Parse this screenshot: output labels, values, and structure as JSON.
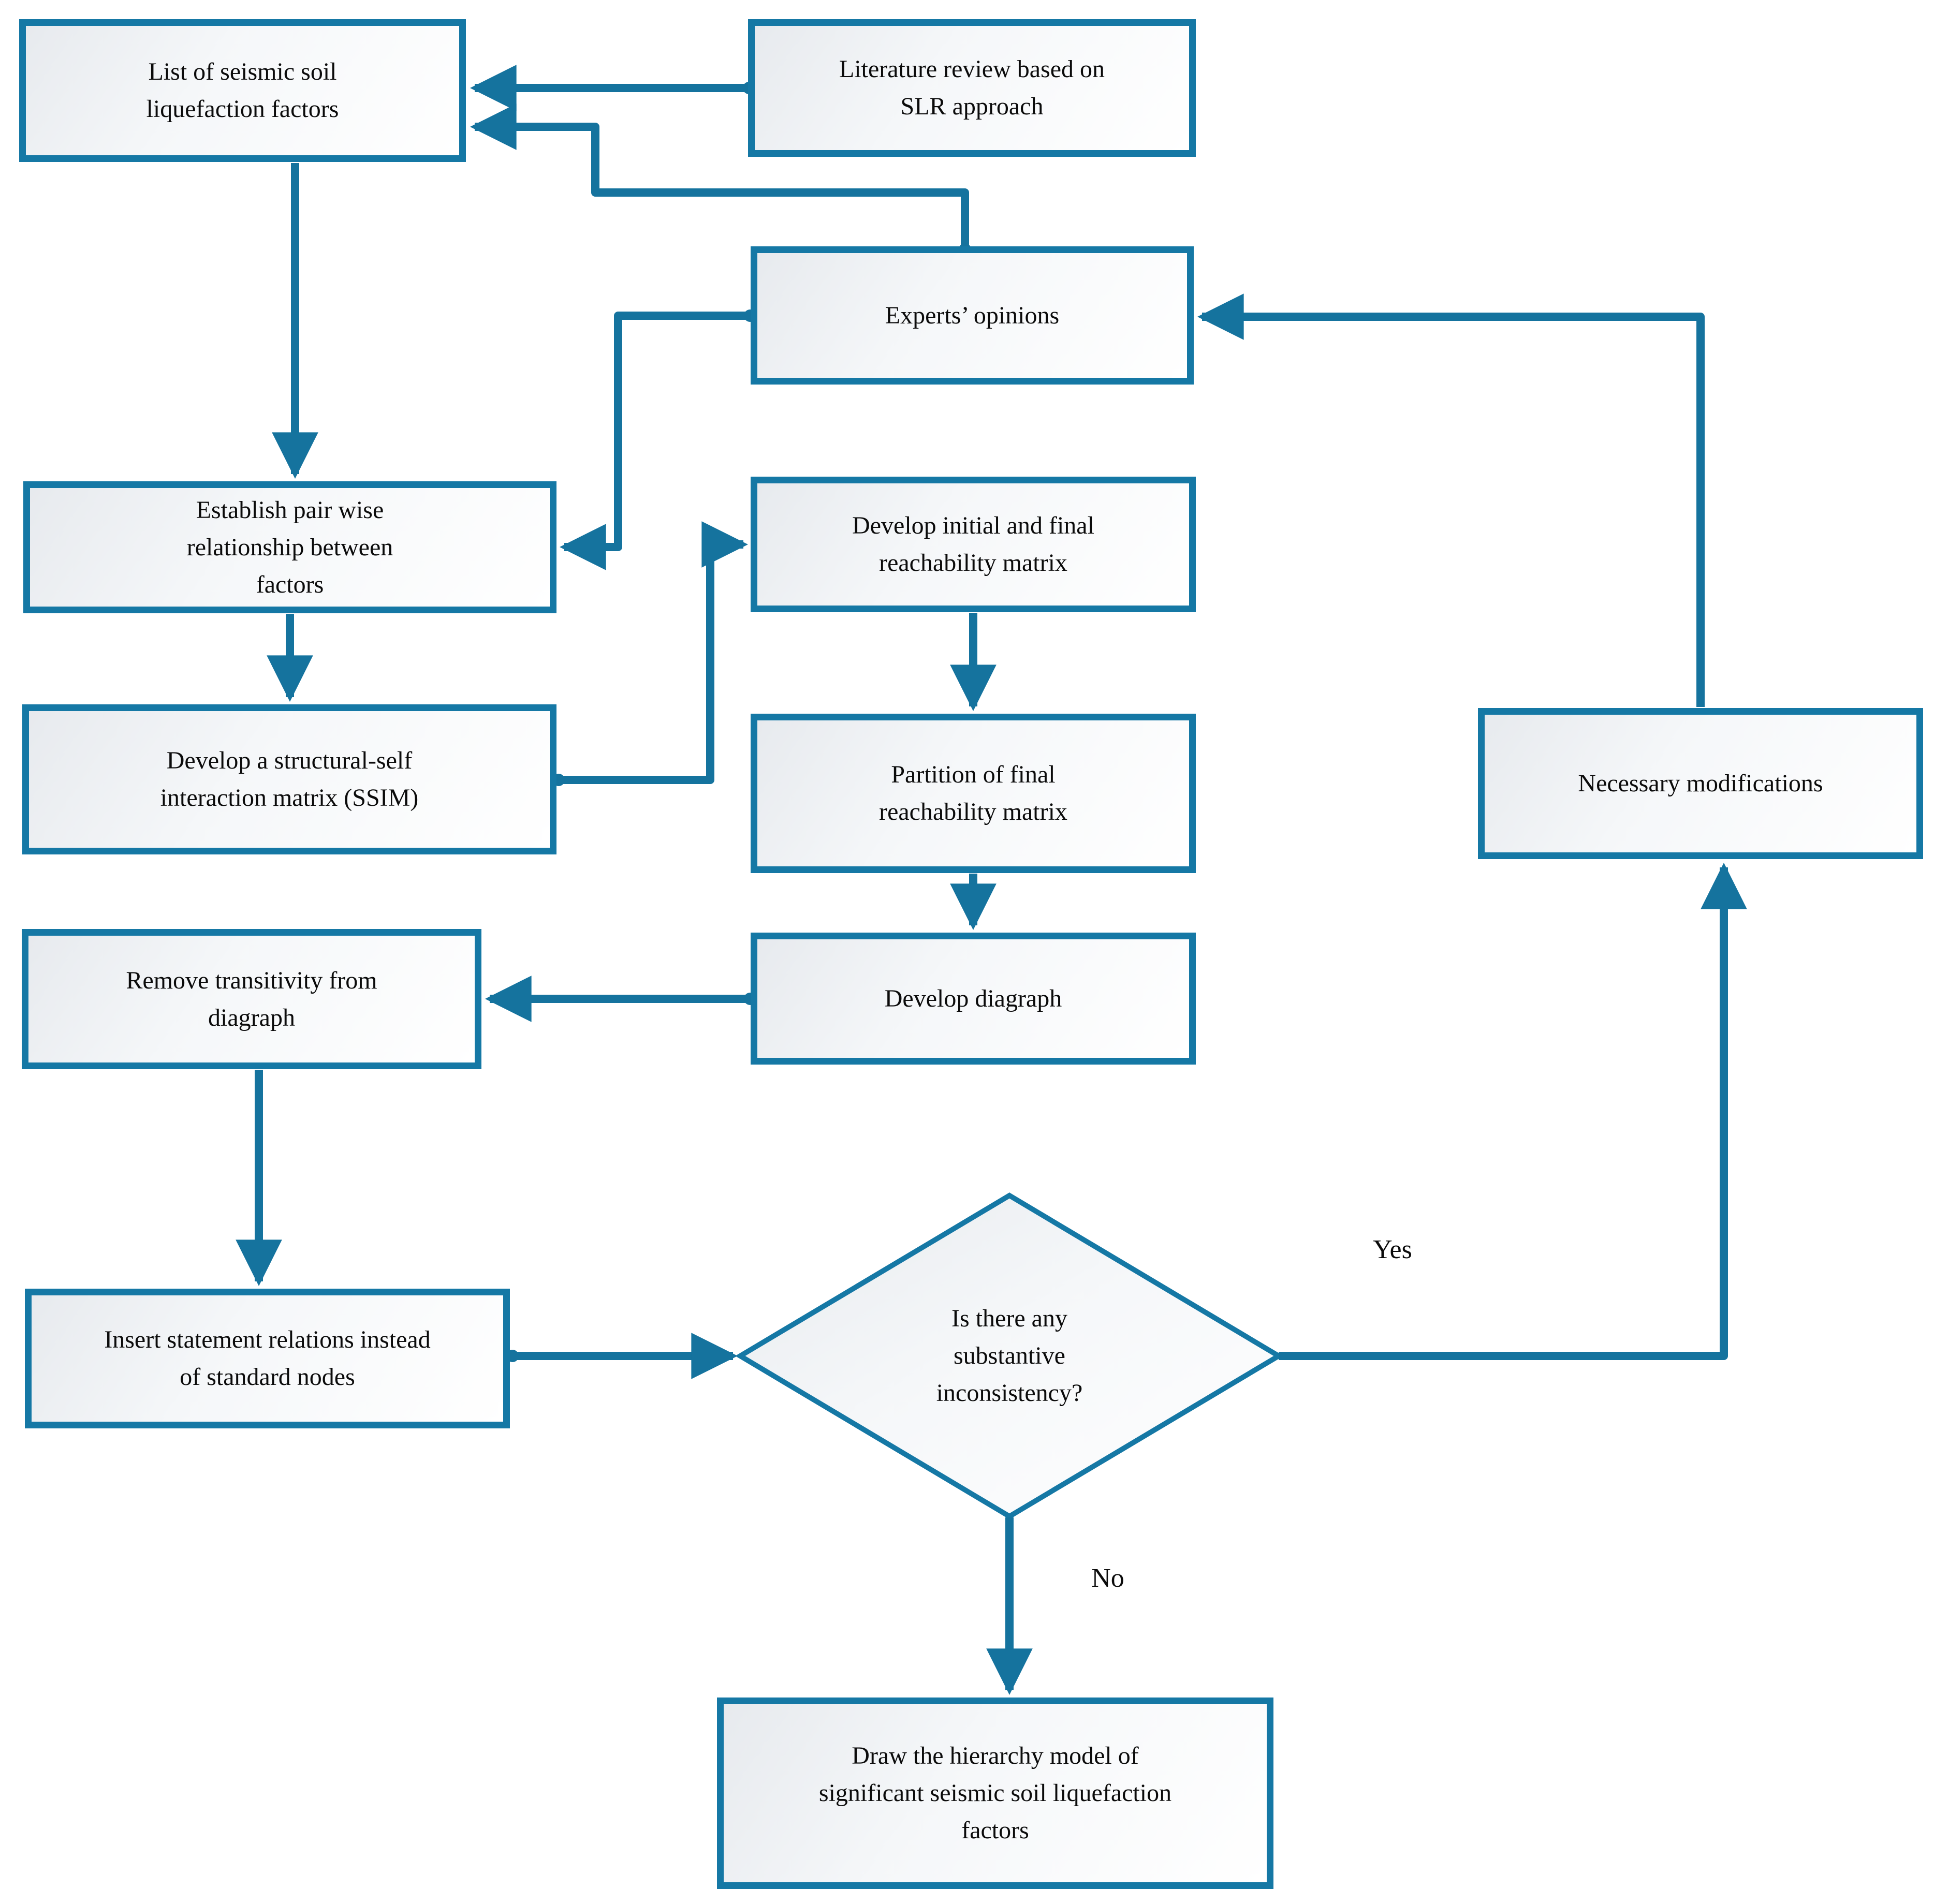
{
  "diagram": {
    "nodes": {
      "list_factors": {
        "label": "List of seismic soil liquefaction factors"
      },
      "literature": {
        "label": "Literature review based on SLR approach"
      },
      "experts": {
        "label": "Experts’ opinions"
      },
      "establish": {
        "label": "Establish pair wise relationship between factors"
      },
      "reachability": {
        "label": "Develop initial and final reachability matrix"
      },
      "ssim": {
        "label": "Develop a structural-self interaction matrix (SSIM)"
      },
      "partition": {
        "label": "Partition of final reachability matrix"
      },
      "necessary": {
        "label": "Necessary modifications"
      },
      "remove": {
        "label": "Remove transitivity from diagraph"
      },
      "diagraph": {
        "label": "Develop diagraph"
      },
      "insert": {
        "label": "Insert statement relations instead of standard nodes"
      },
      "decision": {
        "label": "Is there any substantive inconsistency?"
      },
      "draw": {
        "label": "Draw the hierarchy model of significant seismic soil liquefaction factors"
      }
    },
    "edge_labels": {
      "yes": "Yes",
      "no": "No"
    },
    "colors": {
      "line": "#15739E",
      "box_border": "#1578A5",
      "fill_start": "#E7EAEE",
      "fill_end": "#FFFFFF",
      "text": "#0B0B0B"
    }
  }
}
